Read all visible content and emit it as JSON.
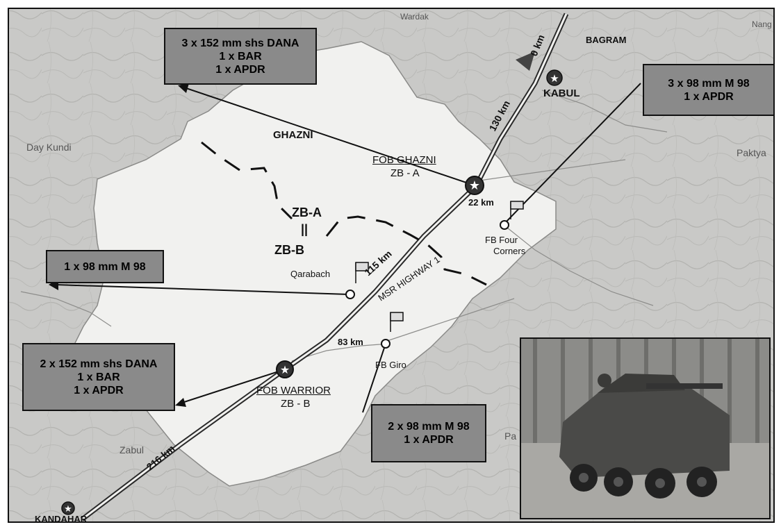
{
  "boxes": {
    "ghazni_battery": [
      "3 x 152 mm shs DANA",
      "1 x BAR",
      "1 x APDR"
    ],
    "four_corners_battery": [
      "3 x 98 mm M 98",
      "1 x APDR"
    ],
    "qarabach_battery": [
      "1 x 98 mm M 98"
    ],
    "warrior_battery": [
      "2 x 152 mm shs DANA",
      "1 x BAR",
      "1 x APDR"
    ],
    "giro_battery": [
      "2 x 98 mm M 98",
      "1 x APDR"
    ]
  },
  "places": {
    "wardak": "Wardak",
    "nang": "Nang",
    "bagram": "BAGRAM",
    "kabul": "KABUL",
    "day_kundi": "Day Kundi",
    "paktya": "Paktya",
    "ghazni": "GHAZNI",
    "zabul": "Zabul",
    "kandahar": "KANDAHAR",
    "qarabach": "Qarabach",
    "pa": "Pa"
  },
  "bases": {
    "fob_ghazni": "FOB GHAZNI",
    "fob_ghazni_zone": "ZB - A",
    "fob_warrior": "FOB WARRIOR",
    "fob_warrior_zone": "ZB - B",
    "fb_four_corners_1": "FB Four",
    "fb_four_corners_2": "Corners",
    "fb_giro": "FB Giro"
  },
  "zones": {
    "zb_a": "ZB-A",
    "zb_b": "ZB-B",
    "divider": "||"
  },
  "route": {
    "highway": "MSR HIGHWAY 1",
    "km_0": "0 km",
    "km_130": "130 km",
    "km_22": "22 km",
    "km_115": "115 km",
    "km_83": "83 km",
    "km_216": "216 km"
  },
  "icons": {
    "base_star": "star-icon",
    "flag": "flag-icon",
    "north_arrow": "north-arrow-icon"
  }
}
